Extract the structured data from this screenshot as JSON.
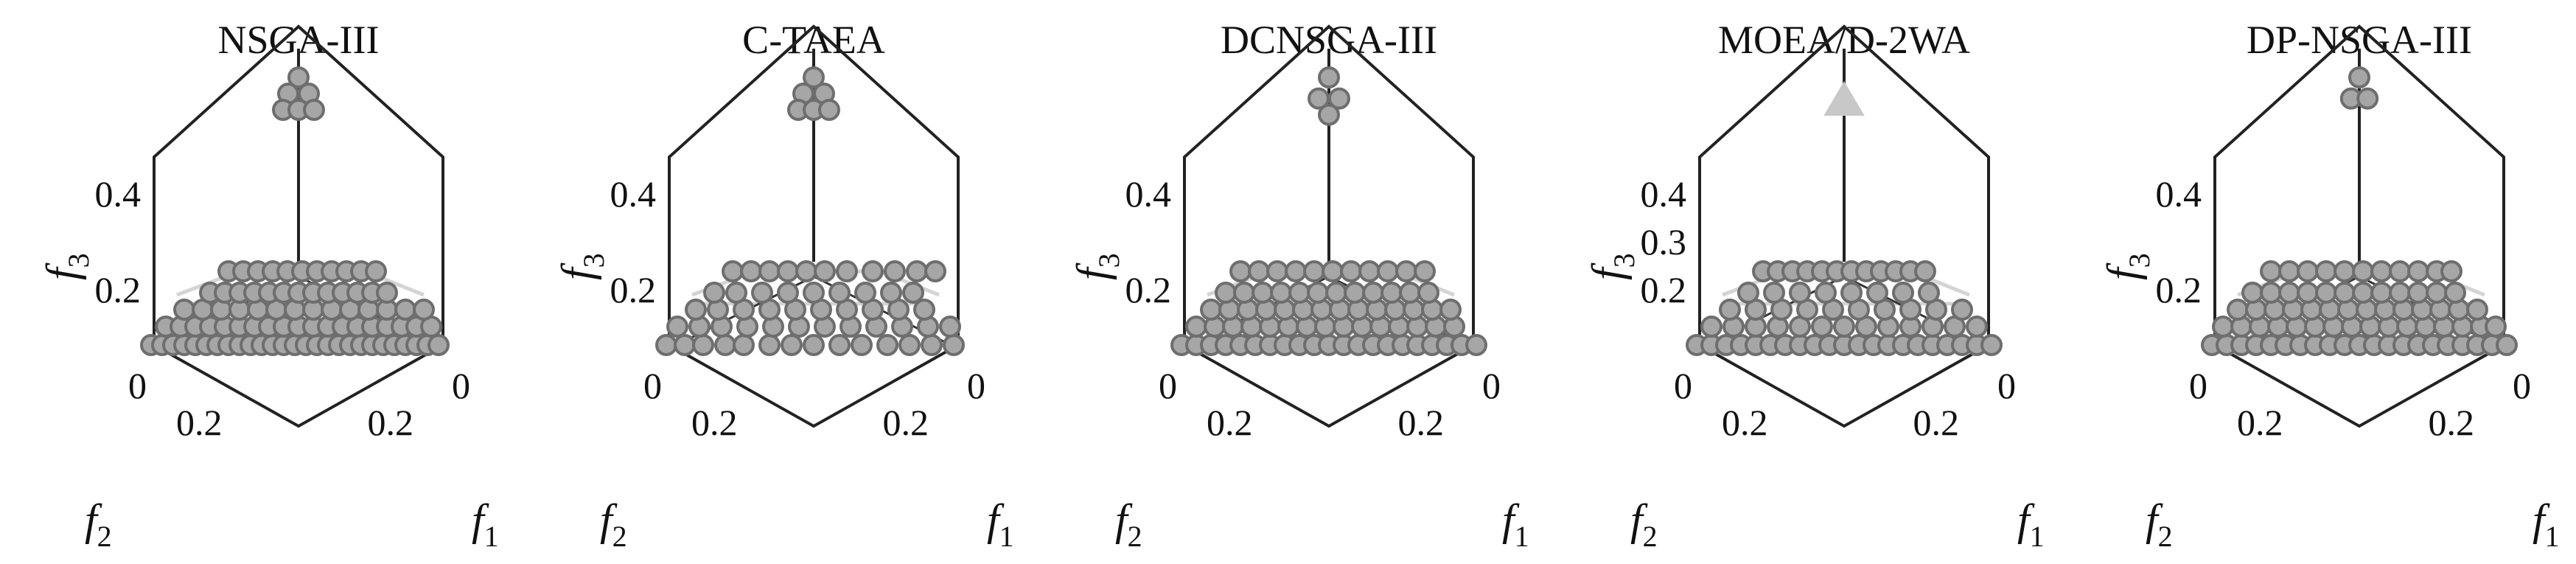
{
  "chart_data": [
    {
      "type": "scatter",
      "title": "NSGA-III",
      "zticks": [
        "0.4",
        "0.2"
      ],
      "zticks_extra": [],
      "corner_ticks": {
        "f2_zero": "0",
        "f1_zero": "0",
        "f2": "0.2",
        "f1": "0.2"
      },
      "xlabel": "f",
      "xlabel_sub": "1",
      "ylabel": "f",
      "ylabel_sub": "2",
      "zlabel": "f",
      "zlabel_sub": "3",
      "top_marker": "circles",
      "top_points": [
        [
          0,
          0
        ],
        [
          -1,
          1
        ],
        [
          1,
          1
        ],
        [
          -1.5,
          2
        ],
        [
          0,
          2
        ],
        [
          1.5,
          2
        ]
      ],
      "rows": [
        {
          "level": 0,
          "xs": [
            -2.0,
            -1.85,
            -1.7,
            -1.55,
            -1.4,
            -1.25,
            -1.1,
            -0.95,
            -0.8,
            -0.65,
            -0.5,
            -0.35,
            -0.2,
            -0.05,
            0.1,
            0.25,
            0.4,
            0.55,
            0.7,
            0.85,
            1.0,
            1.15,
            1.3,
            1.45,
            1.6,
            1.75,
            1.9
          ]
        },
        {
          "level": 1,
          "xs": [
            -1.8,
            -1.6,
            -1.4,
            -1.2,
            -1.0,
            -0.8,
            -0.6,
            -0.4,
            -0.2,
            0.0,
            0.2,
            0.4,
            0.6,
            0.8,
            1.0,
            1.2,
            1.4,
            1.6,
            1.8
          ]
        },
        {
          "level": 2,
          "xs": [
            -1.55,
            -1.3,
            -1.05,
            -0.8,
            -0.55,
            -0.3,
            -0.05,
            0.2,
            0.45,
            0.7,
            0.95,
            1.2,
            1.45,
            1.7
          ]
        },
        {
          "level": 3,
          "xs": [
            -1.2,
            -1.0,
            -0.8,
            -0.6,
            -0.4,
            -0.2,
            0.0,
            0.2,
            0.4,
            0.6,
            0.8,
            1.0,
            1.2
          ]
        },
        {
          "level": 4,
          "xs": [
            -0.95,
            -0.75,
            -0.55,
            -0.35,
            -0.15,
            0.05,
            0.25,
            0.45,
            0.65,
            0.85,
            1.05
          ]
        }
      ]
    },
    {
      "type": "scatter",
      "title": "C-TAEA",
      "zticks": [
        "0.4",
        "0.2"
      ],
      "zticks_extra": [],
      "corner_ticks": {
        "f2_zero": "0",
        "f1_zero": "0",
        "f2": "0.2",
        "f1": "0.2"
      },
      "xlabel": "f",
      "xlabel_sub": "1",
      "ylabel": "f",
      "ylabel_sub": "2",
      "zlabel": "f",
      "zlabel_sub": "3",
      "top_marker": "circles",
      "top_points": [
        [
          0,
          0
        ],
        [
          -1,
          1
        ],
        [
          1,
          1
        ],
        [
          -1.5,
          2
        ],
        [
          0,
          2
        ],
        [
          1.5,
          2
        ]
      ],
      "rows": [
        {
          "level": 0,
          "xs": [
            -2.0,
            -1.75,
            -1.5,
            -1.2,
            -0.95,
            -0.6,
            -0.3,
            0.0,
            0.35,
            0.65,
            1.0,
            1.3,
            1.6,
            1.9
          ]
        },
        {
          "level": 1,
          "xs": [
            -1.85,
            -1.55,
            -1.25,
            -0.9,
            -0.55,
            -0.2,
            0.15,
            0.5,
            0.85,
            1.2,
            1.55,
            1.85
          ]
        },
        {
          "level": 2,
          "xs": [
            -1.6,
            -1.3,
            -0.95,
            -0.6,
            -0.25,
            0.1,
            0.45,
            0.8,
            1.15,
            1.5
          ]
        },
        {
          "level": 3,
          "xs": [
            -1.35,
            -1.05,
            -0.7,
            -0.35,
            0.0,
            0.35,
            0.7,
            1.05,
            1.35
          ]
        },
        {
          "level": 4,
          "xs": [
            -1.1,
            -0.85,
            -0.6,
            -0.35,
            -0.1,
            0.15,
            0.45,
            0.8,
            1.1,
            1.4,
            1.65
          ]
        }
      ]
    },
    {
      "type": "scatter",
      "title": "DCNSGA-III",
      "zticks": [
        "0.4",
        "0.2"
      ],
      "zticks_extra": [],
      "corner_ticks": {
        "f2_zero": "0",
        "f1_zero": "0",
        "f2": "0.2",
        "f1": "0.2"
      },
      "xlabel": "f",
      "xlabel_sub": "1",
      "ylabel": "f",
      "ylabel_sub": "2",
      "zlabel": "f",
      "zlabel_sub": "3",
      "top_marker": "circles",
      "top_points": [
        [
          0,
          0
        ],
        [
          -1,
          1.3
        ],
        [
          1,
          1.3
        ],
        [
          0,
          2.3
        ]
      ],
      "rows": [
        {
          "level": 0,
          "xs": [
            -2.0,
            -1.8,
            -1.6,
            -1.4,
            -1.2,
            -1.0,
            -0.8,
            -0.6,
            -0.4,
            -0.2,
            0.0,
            0.2,
            0.4,
            0.6,
            0.8,
            1.0,
            1.2,
            1.4,
            1.6,
            1.8,
            2.0
          ]
        },
        {
          "level": 1,
          "xs": [
            -1.8,
            -1.55,
            -1.3,
            -1.05,
            -0.8,
            -0.55,
            -0.3,
            -0.05,
            0.2,
            0.45,
            0.7,
            0.95,
            1.2,
            1.45,
            1.7
          ]
        },
        {
          "level": 2,
          "xs": [
            -1.6,
            -1.35,
            -1.1,
            -0.85,
            -0.6,
            -0.35,
            -0.1,
            0.15,
            0.4,
            0.65,
            0.9,
            1.15,
            1.4,
            1.65
          ]
        },
        {
          "level": 3,
          "xs": [
            -1.4,
            -1.15,
            -0.9,
            -0.65,
            -0.4,
            -0.15,
            0.1,
            0.35,
            0.6,
            0.85,
            1.1,
            1.35
          ]
        },
        {
          "level": 4,
          "xs": [
            -1.2,
            -0.95,
            -0.7,
            -0.45,
            -0.2,
            0.05,
            0.3,
            0.55,
            0.8,
            1.05,
            1.3
          ]
        }
      ]
    },
    {
      "type": "scatter",
      "title": "MOEA/D-2WA",
      "zticks": [
        "0.4",
        "0.3",
        "0.2"
      ],
      "zticks_extra": [],
      "corner_ticks": {
        "f2_zero": "0",
        "f1_zero": "0",
        "f2": "0.2",
        "f1": "0.2"
      },
      "xlabel": "f",
      "xlabel_sub": "1",
      "ylabel": "f",
      "ylabel_sub": "2",
      "zlabel": "f",
      "zlabel_sub": "3",
      "top_marker": "triangle",
      "top_points": [],
      "rows": [
        {
          "level": 0,
          "xs": [
            -2.0,
            -1.8,
            -1.6,
            -1.4,
            -1.2,
            -1.0,
            -0.8,
            -0.6,
            -0.4,
            -0.2,
            0.0,
            0.2,
            0.4,
            0.6,
            0.8,
            1.0,
            1.2,
            1.4,
            1.6,
            1.8,
            2.0
          ]
        },
        {
          "level": 1,
          "xs": [
            -1.8,
            -1.5,
            -1.2,
            -0.9,
            -0.6,
            -0.3,
            0.0,
            0.3,
            0.6,
            0.9,
            1.2,
            1.5,
            1.8
          ]
        },
        {
          "level": 2,
          "xs": [
            -1.55,
            -1.2,
            -0.85,
            -0.5,
            -0.15,
            0.2,
            0.55,
            0.9,
            1.25,
            1.6
          ]
        },
        {
          "level": 3,
          "xs": [
            -1.3,
            -0.95,
            -0.6,
            -0.25,
            0.1,
            0.45,
            0.8,
            1.15
          ]
        },
        {
          "level": 4,
          "xs": [
            -1.1,
            -0.9,
            -0.7,
            -0.5,
            -0.3,
            -0.1,
            0.1,
            0.3,
            0.5,
            0.7,
            0.9,
            1.1
          ]
        }
      ]
    },
    {
      "type": "scatter",
      "title": "DP-NSGA-III",
      "zticks": [
        "0.4",
        "0.2"
      ],
      "zticks_extra": [],
      "corner_ticks": {
        "f2_zero": "0",
        "f1_zero": "0",
        "f2": "0.2",
        "f1": "0.2"
      },
      "xlabel": "f",
      "xlabel_sub": "1",
      "ylabel": "f",
      "ylabel_sub": "2",
      "zlabel": "f",
      "zlabel_sub": "3",
      "top_marker": "circles",
      "top_points": [
        [
          0,
          0
        ],
        [
          -0.8,
          1.3
        ],
        [
          0.8,
          1.3
        ]
      ],
      "rows": [
        {
          "level": 0,
          "xs": [
            -2.0,
            -1.8,
            -1.6,
            -1.4,
            -1.2,
            -1.0,
            -0.8,
            -0.6,
            -0.4,
            -0.2,
            0.0,
            0.2,
            0.4,
            0.6,
            0.8,
            1.0,
            1.2,
            1.4,
            1.6,
            1.8,
            2.0
          ]
        },
        {
          "level": 1,
          "xs": [
            -1.85,
            -1.6,
            -1.35,
            -1.1,
            -0.85,
            -0.6,
            -0.35,
            -0.1,
            0.15,
            0.4,
            0.65,
            0.9,
            1.15,
            1.4,
            1.65,
            1.85
          ]
        },
        {
          "level": 2,
          "xs": [
            -1.65,
            -1.4,
            -1.15,
            -0.9,
            -0.65,
            -0.4,
            -0.15,
            0.1,
            0.35,
            0.6,
            0.85,
            1.1,
            1.35,
            1.6
          ]
        },
        {
          "level": 3,
          "xs": [
            -1.45,
            -1.2,
            -0.95,
            -0.7,
            -0.45,
            -0.2,
            0.05,
            0.3,
            0.55,
            0.8,
            1.05,
            1.3
          ]
        },
        {
          "level": 4,
          "xs": [
            -1.2,
            -0.95,
            -0.7,
            -0.45,
            -0.2,
            0.05,
            0.3,
            0.55,
            0.8,
            1.05,
            1.25
          ]
        }
      ]
    }
  ]
}
